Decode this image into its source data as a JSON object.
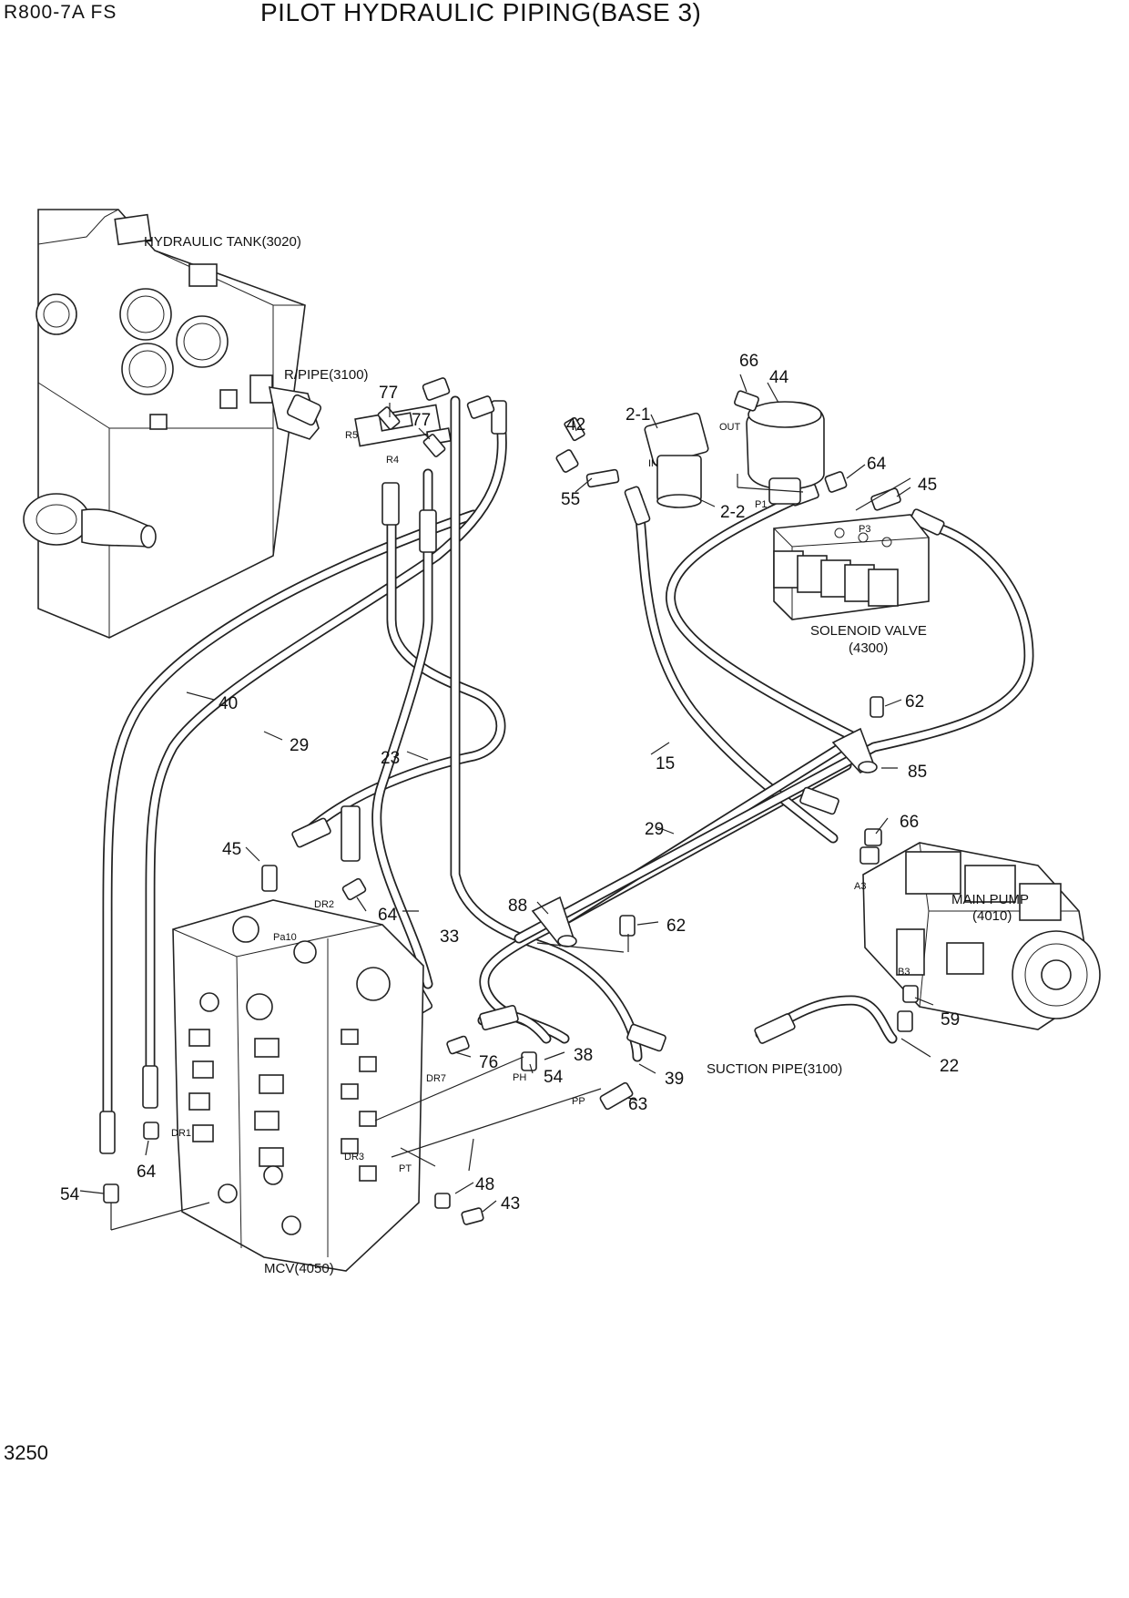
{
  "header": {
    "model": "R800-7A FS",
    "title": "PILOT HYDRAULIC PIPING(BASE 3)"
  },
  "footer": {
    "page_number": "3250"
  },
  "components": {
    "hydraulic_tank": "HYDRAULIC TANK(3020)",
    "return_pipe": "R/PIPE(3100)",
    "solenoid_valve_line1": "SOLENOID VALVE",
    "solenoid_valve_line2": "(4300)",
    "main_pump_line1": "MAIN PUMP",
    "main_pump_line2": "(4010)",
    "suction_pipe": "SUCTION PIPE(3100)",
    "mcv": "MCV(4050)"
  },
  "ports": {
    "r5": "R5",
    "r4": "R4",
    "out": "OUT",
    "in": "IN",
    "p1": "P1",
    "p3": "P3",
    "a3": "A3",
    "b3": "B3",
    "dr2": "DR2",
    "pa10": "Pa10",
    "dr7": "DR7",
    "ph": "PH",
    "pp": "PP",
    "dr1": "DR1",
    "dr3": "DR3",
    "pt": "PT"
  },
  "callouts": {
    "c66a": "66",
    "c44": "44",
    "c42": "42",
    "c2_1": "2-1",
    "c77a": "77",
    "c77b": "77",
    "c55": "55",
    "c2_2": "2-2",
    "c64a": "64",
    "c45a": "45",
    "c62a": "62",
    "c40": "40",
    "c29a": "29",
    "c23": "23",
    "c15": "15",
    "c85": "85",
    "c29b": "29",
    "c66b": "66",
    "c45b": "45",
    "c64b": "64",
    "c88": "88",
    "c62b": "62",
    "c33": "33",
    "c59": "59",
    "c76": "76",
    "c38": "38",
    "c54a": "54",
    "c39": "39",
    "c22": "22",
    "c63": "63",
    "c64c": "64",
    "c48": "48",
    "c54b": "54",
    "c43": "43"
  }
}
